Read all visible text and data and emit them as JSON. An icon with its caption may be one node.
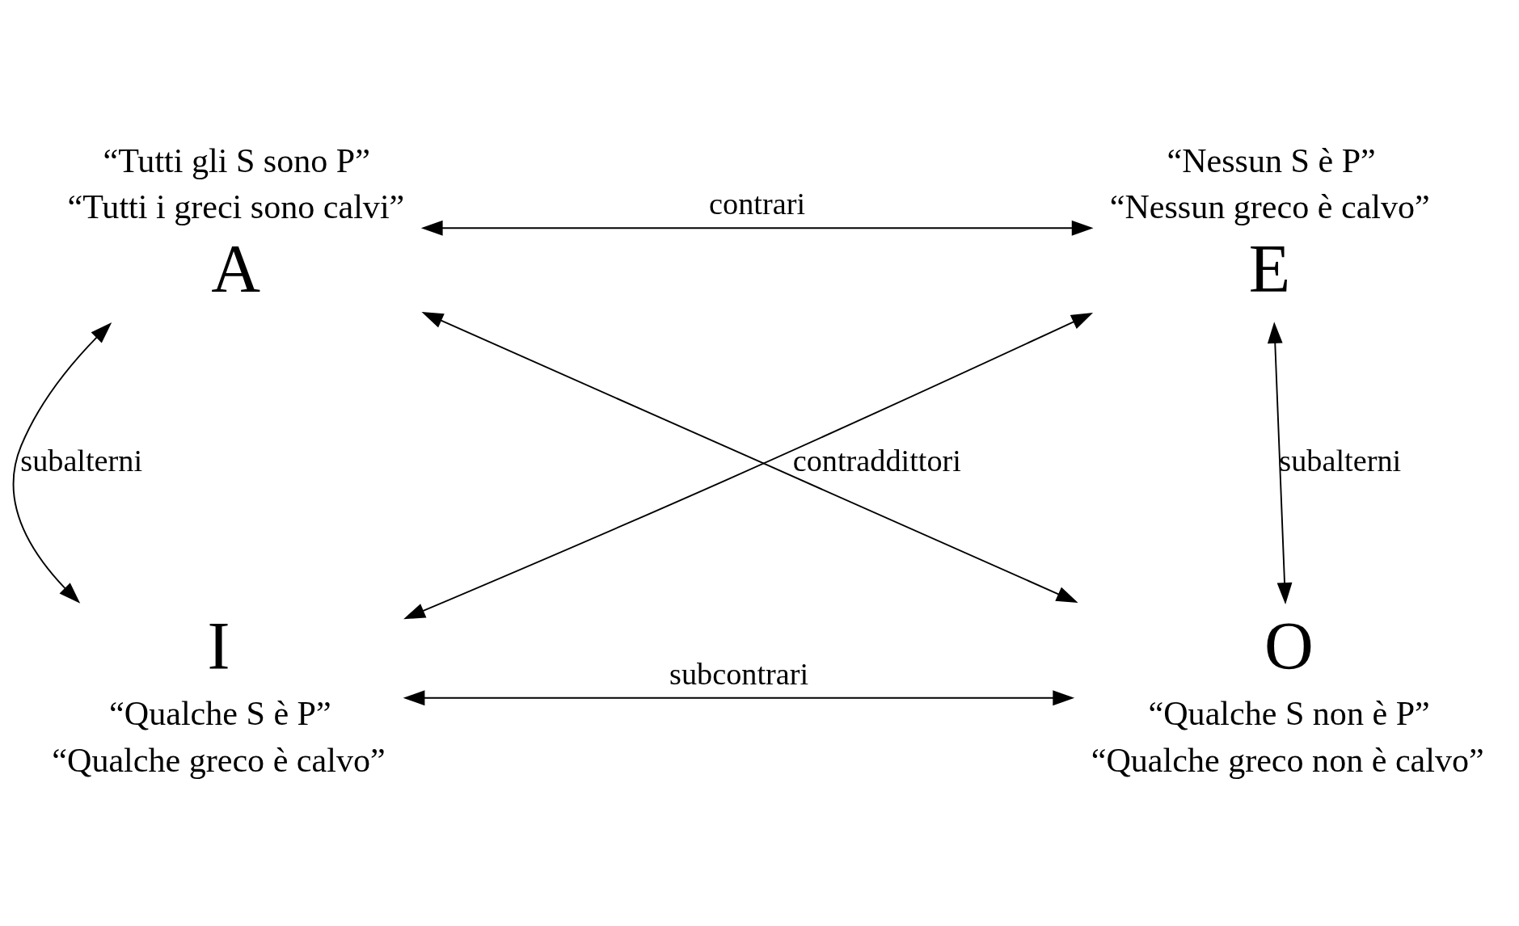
{
  "diagram": {
    "nodes": [
      {
        "text": [
          "A"
        ],
        "beside": [
          "“Tutti gli S sono P”",
          "“Tutti i greci sono calvi”"
        ]
      },
      {
        "text": [
          "E"
        ],
        "beside": [
          "“Nessun S è P”",
          "“Nessun greco è calvo”"
        ]
      },
      {
        "text": [
          "I"
        ],
        "beside": [
          "“Qualche S è P”",
          "“Qualche greco è calvo”"
        ]
      },
      {
        "text": [
          "O"
        ],
        "beside": [
          "“Qualche S non è P”",
          "“Qualche greco non è calvo”"
        ]
      }
    ],
    "edges": [
      {
        "from": 0,
        "to": 1,
        "arrow": "both",
        "label": "contrari"
      },
      {
        "from": 0,
        "to": 2,
        "arrow": "both",
        "label": "subalterni"
      },
      {
        "from": 0,
        "to": 3,
        "arrow": "both",
        "label": "contraddittori"
      },
      {
        "from": 1,
        "to": 2,
        "arrow": "both"
      },
      {
        "from": 1,
        "to": 3,
        "arrow": "both",
        "label": "subalterni"
      },
      {
        "from": 2,
        "to": 3,
        "arrow": "both",
        "label": "subcontrari"
      }
    ]
  }
}
